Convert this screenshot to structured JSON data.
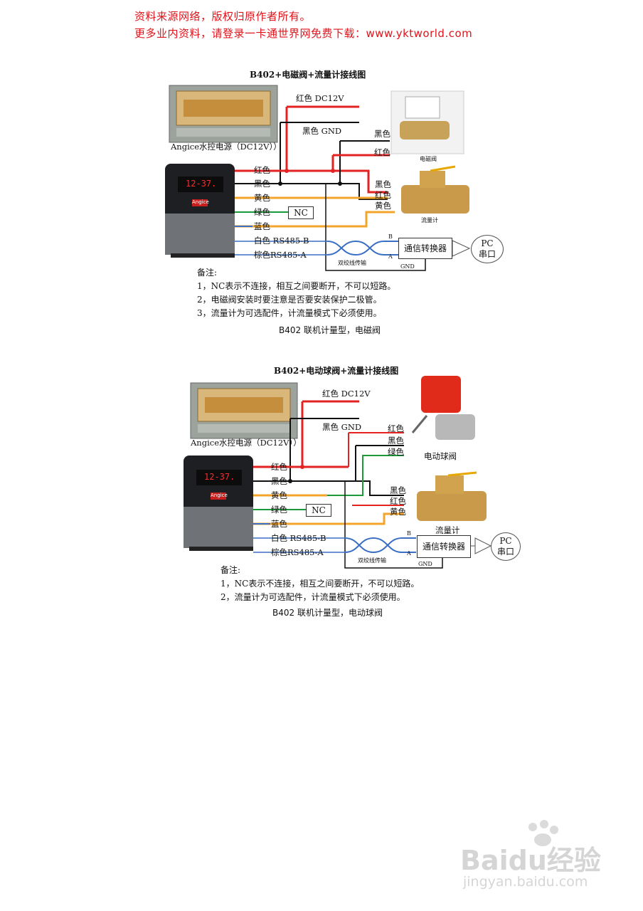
{
  "header": {
    "line1": "资料来源网络，版权归原作者所有。",
    "line2": "更多业内资料，请登录一卡通世界网免费下载：www.yktworld.com"
  },
  "diagram1": {
    "title": "B402+电磁阀+流量计接线图",
    "power_label": "Angice水控电源（DC12V））",
    "red_dc": "红色 DC12V",
    "black_gnd": "黑色 GND",
    "device_display": "12-37.",
    "device_logo": "Angice",
    "terminals": [
      "红色",
      "黑色",
      "黄色",
      "绿色",
      "蓝色",
      "白色 RS485-B",
      "棕色RS485-A"
    ],
    "nc": "NC",
    "valve_wire_black": "黑色",
    "valve_wire_red": "红色",
    "valve_caption": "电磁阀",
    "flow_wires": [
      "黑色",
      "红色",
      "黄色"
    ],
    "flow_caption": "流量计",
    "b_label": "B",
    "a_label": "A",
    "twisted_caption": "双绞线传输",
    "gnd": "GND",
    "converter": "通信转换器",
    "pc_line1": "PC",
    "pc_line2": "串口",
    "notes": [
      "备注:",
      "1，NC表示不连接，相互之间要断开，不可以短路。",
      "2，电磁阀安装时要注意是否要安装保护二极管。",
      "3，流量计为可选配件，计流量模式下必须使用。"
    ],
    "caption": "B402 联机计量型，电磁阀"
  },
  "diagram2": {
    "title": "B402+电动球阀+流量计接线图",
    "power_label": "Angice水控电源（DC12V））",
    "red_dc": "红色 DC12V",
    "black_gnd": "黑色 GND",
    "device_display": "12-37.",
    "device_logo": "Angice",
    "terminals": [
      "红色",
      "黑色",
      "黄色",
      "绿色",
      "蓝色",
      "白色 RS485-B",
      "棕色RS485-A"
    ],
    "nc": "NC",
    "valve_wires": [
      "红色",
      "黑色",
      "绿色"
    ],
    "valve_caption": "电动球阀",
    "flow_wires": [
      "黑色",
      "红色",
      "黄色"
    ],
    "flow_caption": "流量计",
    "b_label": "B",
    "a_label": "A",
    "twisted_caption": "双绞线传输",
    "gnd": "GND",
    "converter": "通信转换器",
    "pc_line1": "PC",
    "pc_line2": "串口",
    "notes": [
      "备注:",
      "1，NC表示不连接，相互之间要断开，不可以短路。",
      "2，流量计为可选配件，计流量模式下必须使用。"
    ],
    "caption": "B402 联机计量型，电动球阀"
  },
  "watermark": {
    "brand": "Baidu经验",
    "url": "jingyan.baidu.com"
  },
  "colors": {
    "header_red": "#e0131b",
    "wire_red": "#e32222",
    "wire_black": "#111111",
    "wire_yellow": "#f2a52a",
    "wire_green": "#1a9a3a",
    "wire_blue": "#3a6fc4"
  }
}
